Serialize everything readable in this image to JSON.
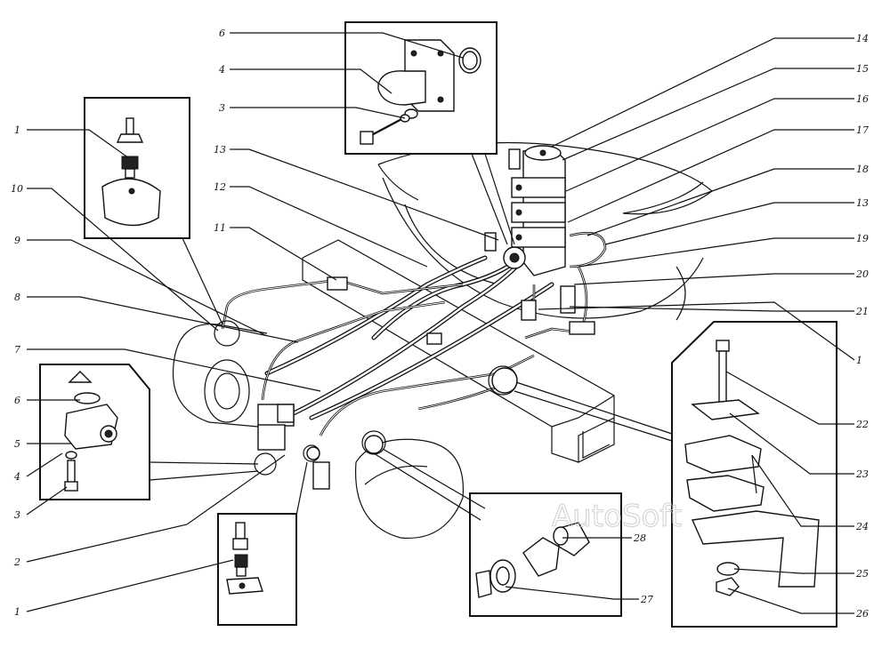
{
  "watermark": "AutoSoft",
  "callouts": {
    "left": [
      {
        "num": "1"
      },
      {
        "num": "10"
      },
      {
        "num": "9"
      },
      {
        "num": "8"
      },
      {
        "num": "7"
      },
      {
        "num": "6"
      },
      {
        "num": "5"
      },
      {
        "num": "4"
      },
      {
        "num": "3"
      },
      {
        "num": "2"
      },
      {
        "num": "1"
      }
    ],
    "top_inset": [
      {
        "num": "6"
      },
      {
        "num": "4"
      },
      {
        "num": "3"
      }
    ],
    "center": [
      {
        "num": "13"
      },
      {
        "num": "12"
      },
      {
        "num": "11"
      }
    ],
    "right": [
      {
        "num": "14"
      },
      {
        "num": "15"
      },
      {
        "num": "16"
      },
      {
        "num": "17"
      },
      {
        "num": "18"
      },
      {
        "num": "13"
      },
      {
        "num": "19"
      },
      {
        "num": "20"
      },
      {
        "num": "21"
      },
      {
        "num": "1"
      },
      {
        "num": "22"
      },
      {
        "num": "23"
      },
      {
        "num": "24"
      },
      {
        "num": "25"
      },
      {
        "num": "26"
      }
    ],
    "bottom_inset": [
      {
        "num": "28"
      },
      {
        "num": "27"
      }
    ]
  },
  "colors": {
    "ink": "#111111",
    "paper": "#ffffff",
    "watermark": "#c8c8c8"
  }
}
